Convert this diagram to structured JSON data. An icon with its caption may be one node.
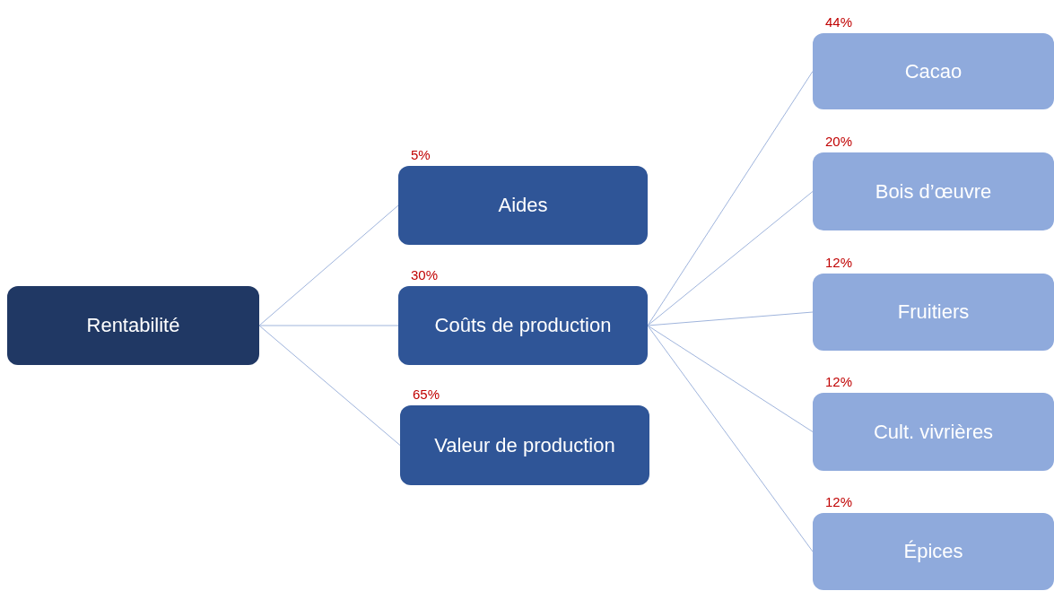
{
  "diagram": {
    "nodes": [
      {
        "text": [
          "Rentabilité"
        ]
      },
      {
        "text": [
          "Aides"
        ],
        "beside": [
          "5%"
        ]
      },
      {
        "text": [
          "Coûts de production"
        ],
        "beside": [
          "30%"
        ]
      },
      {
        "text": [
          "Valeur de production"
        ],
        "beside": [
          "65%"
        ]
      },
      {
        "text": [
          "Cacao"
        ],
        "beside": [
          "44%"
        ]
      },
      {
        "text": [
          "Bois d’œuvre"
        ],
        "beside": [
          "20%"
        ]
      },
      {
        "text": [
          "Fruitiers"
        ],
        "beside": [
          "12%"
        ]
      },
      {
        "text": [
          "Cult. vivrières"
        ],
        "beside": [
          "12%"
        ]
      },
      {
        "text": [
          "Épices"
        ],
        "beside": [
          "12%"
        ]
      }
    ],
    "edges": [
      {
        "from": 0,
        "to": 1,
        "arrow": "none"
      },
      {
        "from": 0,
        "to": 2,
        "arrow": "none"
      },
      {
        "from": 0,
        "to": 3,
        "arrow": "none"
      },
      {
        "from": 2,
        "to": 4,
        "arrow": "none"
      },
      {
        "from": 2,
        "to": 5,
        "arrow": "none"
      },
      {
        "from": 2,
        "to": 6,
        "arrow": "none"
      },
      {
        "from": 2,
        "to": 7,
        "arrow": "none"
      },
      {
        "from": 2,
        "to": 8,
        "arrow": "none"
      }
    ]
  }
}
